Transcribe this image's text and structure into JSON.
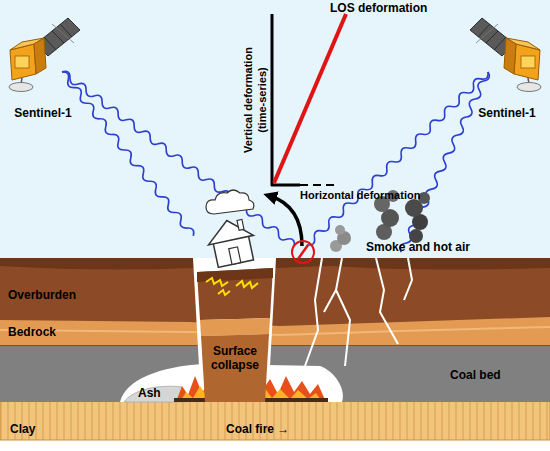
{
  "diagram": {
    "nodes": [
      {
        "text": [
          "Sentinel-1"
        ]
      },
      {
        "text": [
          "Sentinel-1"
        ]
      },
      {
        "text": [
          "Surface collapse"
        ]
      }
    ],
    "labels": [
      "LOS deformation",
      "Vertical deformation (time-series)",
      "Horizontal deformation",
      "Smoke and hot air",
      "Overburden",
      "Bedrock",
      "Ash",
      "Coal fire →",
      "Coal bed",
      "Clay"
    ]
  }
}
